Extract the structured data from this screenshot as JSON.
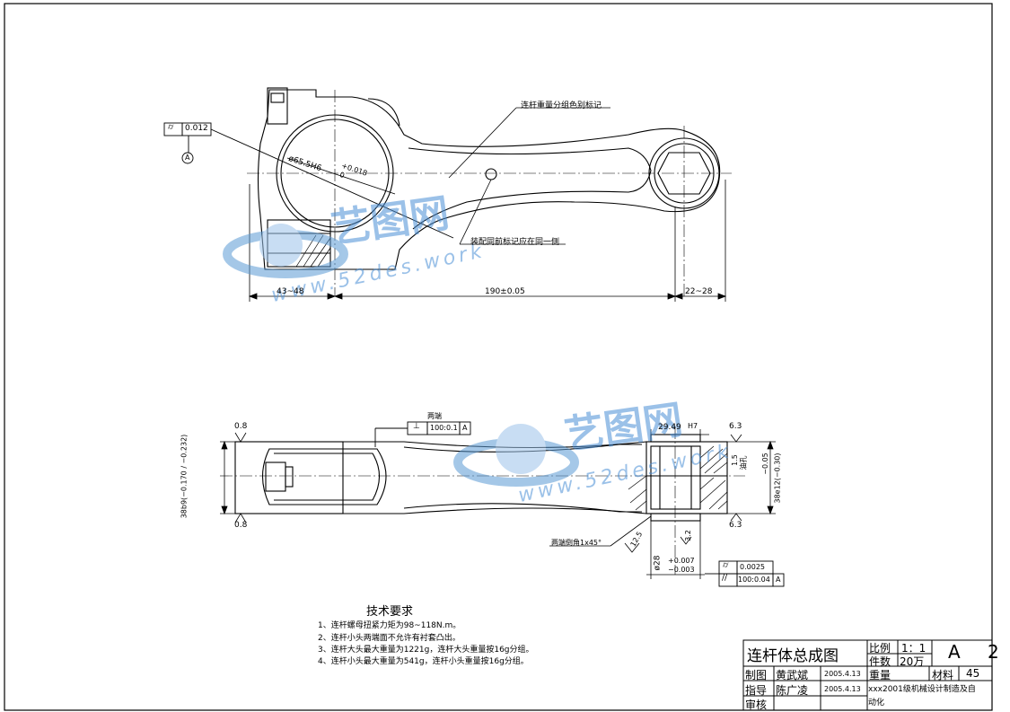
{
  "top_view": {
    "note_weight_group": "连杆重量分组色别标记",
    "note_assembly": "装配同前标记应在同一侧",
    "bore_dim": "ø65.5H6",
    "bore_tol_upper": "+0.018",
    "bore_tol_lower": "0",
    "cylindricity_symbol": "⌭",
    "cylindricity_value": "0.012",
    "datum_label": "A",
    "dim_left": "43~48",
    "dim_center": "190±0.05",
    "dim_right": "22~28"
  },
  "bottom_view": {
    "roughness_top": "0.8",
    "roughness_bottom": "0.8",
    "roughness_right_top": "6.3",
    "roughness_right_bottom": "6.3",
    "roughness_small": "3.2",
    "roughness_chamfer": "12.5",
    "width_dim": "38b9(−0.170 / −0.232)",
    "both_ends": "两端",
    "perp_symbol": "⊥",
    "perp_value": "100:0.1",
    "perp_datum": "A",
    "bushing_dim": "29.49",
    "bushing_tol": "H7",
    "side_dim": "−0.05",
    "side_dim2": "38e12(−0.30)",
    "oil_hole": "1.5",
    "oil_hole_note": "油孔",
    "chamfer_note": "两端倒角1x45°",
    "pin_dim": "ø28",
    "pin_tol_upper": "+0.007",
    "pin_tol_lower": "−0.003",
    "cyl_symbol": "⌭",
    "cyl_value": "0.0025",
    "par_symbol": "//",
    "par_value": "100:0.04",
    "par_datum": "A"
  },
  "tech_requirements": {
    "title": "技术要求",
    "items": [
      "1、连杆螺母扭紧力矩为98~118N.m。",
      "2、连杆小头两端面不允许有衬套凸出。",
      "3、连杆大头最大重量为1221g，连杆大头重量按16g分组。",
      "4、连杆小头最大重量为541g，连杆小头重量按16g分组。"
    ]
  },
  "title_block": {
    "drawing_name": "连杆体总成图",
    "scale_label": "比例",
    "scale_value": "1：1",
    "sheet_code": "A 2",
    "qty_label": "件数",
    "qty_value": "20万",
    "drawn_label": "制图",
    "drawn_name": "黄武斌",
    "drawn_date": "2005.4.13",
    "weight_label": "重量",
    "material_label": "材料",
    "material_value": "45",
    "guide_label": "指导",
    "guide_name": "陈广凌",
    "guide_date": "2005.4.13",
    "school": "xxx2001级机械设计制造及自",
    "school2": "动化",
    "review_label": "审核"
  },
  "watermark": {
    "brand": "艺图网",
    "url": "www.52des.work"
  }
}
